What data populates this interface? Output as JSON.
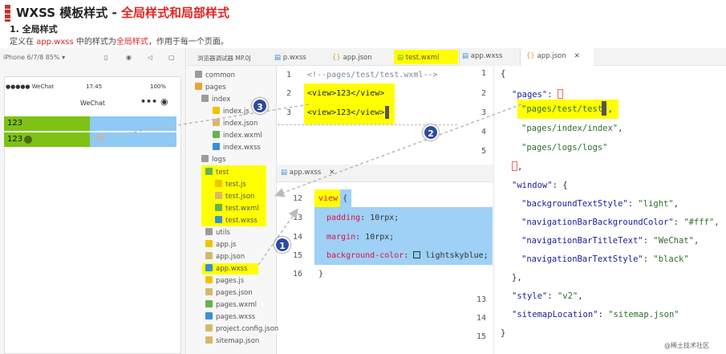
{
  "header": {
    "title": "WXSS 模板样式 - ",
    "title_red": "全局样式和局部样式",
    "section": "1. 全局样式",
    "desc_a": "定义在 ",
    "desc_file": "app.wxss",
    "desc_b": " 中的样式为",
    "desc_red": "全局样式",
    "desc_c": "，作用于每一个页面。"
  },
  "simulator": {
    "device": "iPhone 6/7/8 85% ▾",
    "carrier": "●●●●● WeChat",
    "time": "17:45",
    "battery": "100%",
    "nav_title": "WeChat",
    "rows": [
      "123",
      "123"
    ]
  },
  "explorer": {
    "items": [
      "common",
      "pages",
      "index",
      "index.js",
      "index.json",
      "index.wxml",
      "index.wxss",
      "logs",
      "test",
      "test.js",
      "test.json",
      "test.wxml",
      "test.wxss",
      "utils",
      "app.js",
      "app.json",
      "app.wxss",
      "pages.js",
      "pages.json",
      "pages.wxml",
      "pages.wxss",
      "project.config.json",
      "sitemap.json"
    ]
  },
  "tabs": {
    "t0": "浏览器调试器 MP.0J",
    "t1": "p.wxss",
    "t2": "app.json",
    "t3": "test.wxml",
    "t4": "app.wxss",
    "t5": "app.json"
  },
  "wxml": {
    "l1": "<!--pages/test/test.wxml-->",
    "l2": "<view>123</view>",
    "l3": "<view>123</view>"
  },
  "wxss": {
    "tab": "app.wxss",
    "selector": "view",
    "brace": " {",
    "p1": "padding",
    "v1": "10rpx;",
    "p2": "margin",
    "v2": "10rpx;",
    "p3": "background-color",
    "v3": "lightskyblue;",
    "close": "}"
  },
  "json_panel": {
    "pages_key": "\"pages\"",
    "p1": "\"pages/test/test\"",
    "p2": "\"pages/index/index\"",
    "p3": "\"pages/logs/logs\"",
    "window_key": "\"window\"",
    "w1k": "\"backgroundTextStyle\"",
    "w1v": "\"light\"",
    "w2k": "\"navigationBarBackgroundColor\"",
    "w2v": "\"#fff\"",
    "w3k": "\"navigationBarTitleText\"",
    "w3v": "\"WeChat\"",
    "w4k": "\"navigationBarTextStyle\"",
    "w4v": "\"black\"",
    "style_k": "\"style\"",
    "style_v": "\"v2\"",
    "sitemap_k": "\"sitemapLocation\"",
    "sitemap_v": "\"sitemap.json\""
  },
  "badges": [
    "1",
    "2",
    "3"
  ],
  "watermark": "@稀土技术社区"
}
